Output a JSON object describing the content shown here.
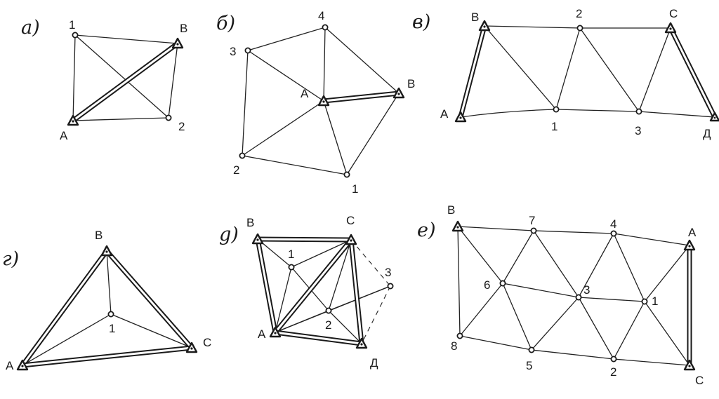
{
  "panels": {
    "a": {
      "title": "а)",
      "labels": {
        "p1": "1",
        "p2": "2",
        "A": "A",
        "B": "B"
      }
    },
    "b": {
      "title": "б)",
      "labels": {
        "p1": "1",
        "p2": "2",
        "p3": "3",
        "p4": "4",
        "A": "A",
        "B": "B"
      }
    },
    "v": {
      "title": "в)",
      "labels": {
        "p1": "1",
        "p2": "2",
        "p3": "3",
        "B": "B",
        "C": "C",
        "A": "A",
        "D": "Д"
      }
    },
    "g": {
      "title": "г)",
      "labels": {
        "p1": "1",
        "A": "A",
        "B": "B",
        "C": "C"
      }
    },
    "d": {
      "title": "g)",
      "labels": {
        "p1": "1",
        "p2": "2",
        "p3": "3",
        "A": "A",
        "B": "B",
        "C": "C",
        "D": "Д"
      }
    },
    "e": {
      "title": "e)",
      "labels": {
        "p1": "1",
        "p2": "2",
        "p3": "3",
        "p4": "4",
        "p5": "5",
        "p6": "6",
        "p7": "7",
        "p8": "8",
        "A": "A",
        "B": "B",
        "C": "C"
      }
    }
  }
}
